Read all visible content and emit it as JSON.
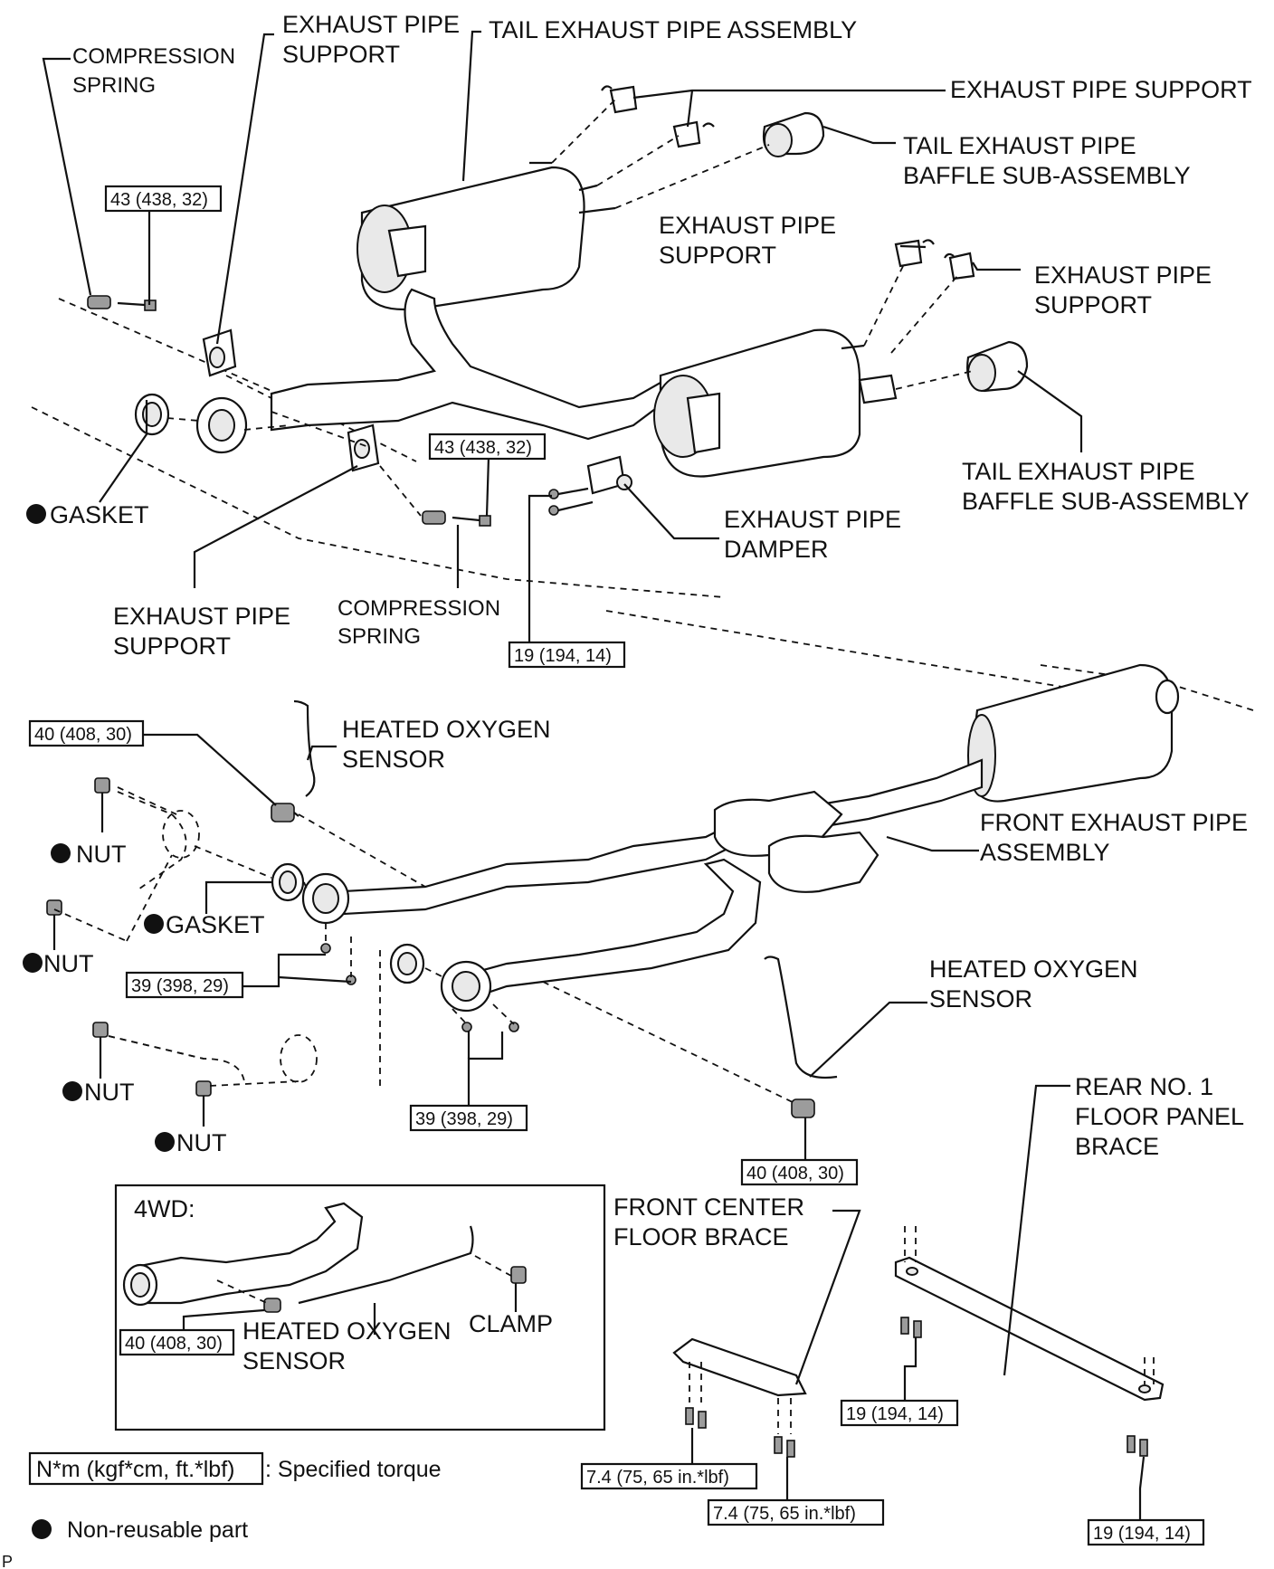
{
  "labels": {
    "compression_spring_top": [
      "COMPRESSION",
      "SPRING"
    ],
    "exhaust_pipe_support_top_left": [
      "EXHAUST PIPE",
      "SUPPORT"
    ],
    "tail_exhaust_pipe_assembly": "TAIL EXHAUST PIPE ASSEMBLY",
    "exhaust_pipe_support_top_right": "EXHAUST PIPE SUPPORT",
    "tail_baffle_upper": [
      "TAIL EXHAUST PIPE",
      "BAFFLE SUB-ASSEMBLY"
    ],
    "exhaust_pipe_support_mid": [
      "EXHAUST PIPE",
      "SUPPORT"
    ],
    "exhaust_pipe_support_right": [
      "EXHAUST PIPE",
      "SUPPORT"
    ],
    "tail_baffle_lower": [
      "TAIL EXHAUST PIPE",
      "BAFFLE SUB-ASSEMBLY"
    ],
    "gasket_top": "GASKET",
    "exhaust_pipe_damper": [
      "EXHAUST PIPE",
      "DAMPER"
    ],
    "exhaust_pipe_support_bottom": [
      "EXHAUST PIPE",
      "SUPPORT"
    ],
    "compression_spring_bottom": [
      "COMPRESSION",
      "SPRING"
    ],
    "heated_oxygen_sensor_upper": [
      "HEATED OXYGEN",
      "SENSOR"
    ],
    "front_exhaust_pipe_assembly": [
      "FRONT EXHAUST PIPE",
      "ASSEMBLY"
    ],
    "nut": "NUT",
    "gasket_mid": "GASKET",
    "heated_oxygen_sensor_lower": [
      "HEATED OXYGEN",
      "SENSOR"
    ],
    "rear_floor_panel_brace": [
      "REAR NO. 1",
      "FLOOR PANEL",
      "BRACE"
    ],
    "front_center_floor_brace": [
      "FRONT CENTER",
      "FLOOR BRACE"
    ],
    "inset_title": "4WD:",
    "inset_sensor": [
      "HEATED OXYGEN",
      "SENSOR"
    ],
    "inset_clamp": "CLAMP"
  },
  "torques": {
    "t43": "43 (438, 32)",
    "t19": "19 (194, 14)",
    "t40": "40 (408, 30)",
    "t39": "39 (398, 29)",
    "t74": "7.4 (75, 65 in.*lbf)"
  },
  "legend": {
    "torque_box": "N*m (kgf*cm, ft.*lbf)",
    "torque_text": ": Specified torque",
    "nonreusable_text": "Non-reusable part"
  },
  "corner_code": "P"
}
